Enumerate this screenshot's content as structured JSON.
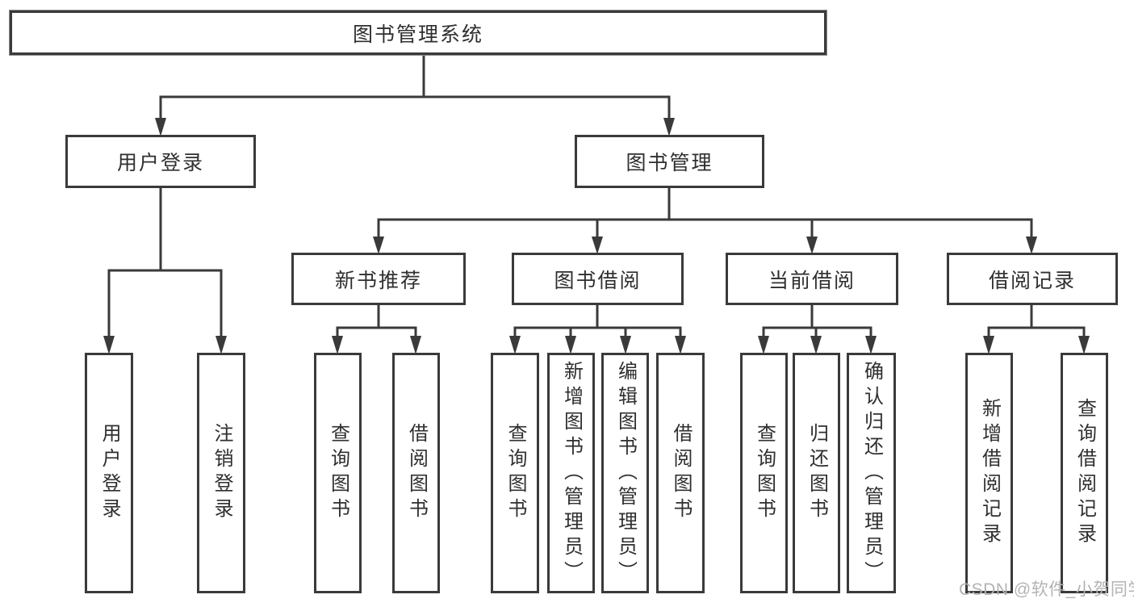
{
  "tree": {
    "root": {
      "label": "图书管理系统"
    },
    "level2": [
      {
        "label": "用户登录"
      },
      {
        "label": "图书管理"
      }
    ],
    "level3": [
      {
        "label": "新书推荐",
        "parent": "图书管理"
      },
      {
        "label": "图书借阅",
        "parent": "图书管理"
      },
      {
        "label": "当前借阅",
        "parent": "图书管理"
      },
      {
        "label": "借阅记录",
        "parent": "图书管理"
      }
    ],
    "leaves": [
      {
        "label": "用户登录",
        "parent": "用户登录"
      },
      {
        "label": "注销登录",
        "parent": "用户登录"
      },
      {
        "label": "查询图书",
        "parent": "新书推荐"
      },
      {
        "label": "借阅图书",
        "parent": "新书推荐"
      },
      {
        "label": "查询图书",
        "parent": "图书借阅"
      },
      {
        "label": "新增图书（管理员）",
        "parent": "图书借阅"
      },
      {
        "label": "编辑图书（管理员）",
        "parent": "图书借阅"
      },
      {
        "label": "借阅图书",
        "parent": "图书借阅"
      },
      {
        "label": "查询图书",
        "parent": "当前借阅"
      },
      {
        "label": "归还图书",
        "parent": "当前借阅"
      },
      {
        "label": "确认归还（管理员）",
        "parent": "当前借阅"
      },
      {
        "label": "新增借阅记录",
        "parent": "借阅记录"
      },
      {
        "label": "查询借阅记录",
        "parent": "借阅记录"
      }
    ]
  },
  "watermark": {
    "text": "CSDN @软件_小贺同学"
  },
  "colors": {
    "line": "#3a3a3a",
    "text": "#2f2f2f",
    "box_background": "#ffffff",
    "page_background": "#ffffff",
    "watermark": "#b3b3b3"
  }
}
